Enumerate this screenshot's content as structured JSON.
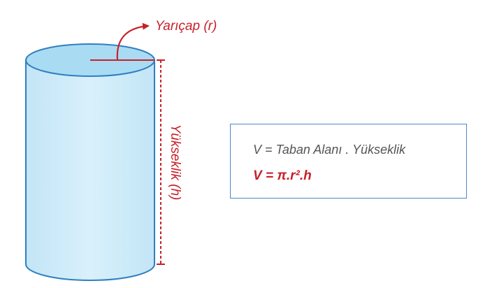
{
  "labels": {
    "radius": "Yarıçap (r)",
    "height": "Yükseklik (h)"
  },
  "formulas": {
    "general": "V = Taban Alanı . Yükseklik",
    "specific": "V = π.r².h"
  },
  "colors": {
    "accent_red": "#c8202a",
    "cylinder_fill": "#cdeaf7",
    "cylinder_top": "#a9dcf3",
    "cylinder_stroke": "#2f7fc0",
    "box_border": "#4f86c6",
    "formula_text": "#555555"
  }
}
